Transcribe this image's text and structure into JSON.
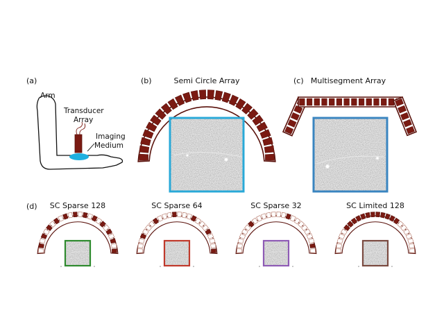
{
  "panels": {
    "a": {
      "tag": "(a)",
      "arm": "Arm",
      "transducer": [
        "Transducer",
        "Array"
      ],
      "imaging": [
        "Imaging",
        "Medium"
      ]
    },
    "b": {
      "tag": "(b)",
      "title": "Semi Circle Array"
    },
    "c": {
      "tag": "(c)",
      "title": "Multisegment Array"
    },
    "d": {
      "tag": "(d)",
      "subpanels": [
        {
          "title": "SC Sparse 128",
          "frame_color": "#2e8a2e",
          "active": "every other element"
        },
        {
          "title": "SC Sparse 64",
          "frame_color": "#c0392b",
          "active": "every fourth element"
        },
        {
          "title": "SC Sparse 32",
          "frame_color": "#8e5bb5",
          "active": "every eighth element"
        },
        {
          "title": "SC Limited 128",
          "frame_color": "#7a4a40",
          "active": "contiguous top arc"
        }
      ]
    }
  },
  "colors": {
    "element_fill": "#7a1a12",
    "element_stroke": "#5a120c",
    "inactive_fill": "#ffffff",
    "inactive_stroke": "#b07060",
    "frame_b": "#29a9d8",
    "frame_c": "#3a85c0",
    "medium": "#1fb0e0"
  }
}
